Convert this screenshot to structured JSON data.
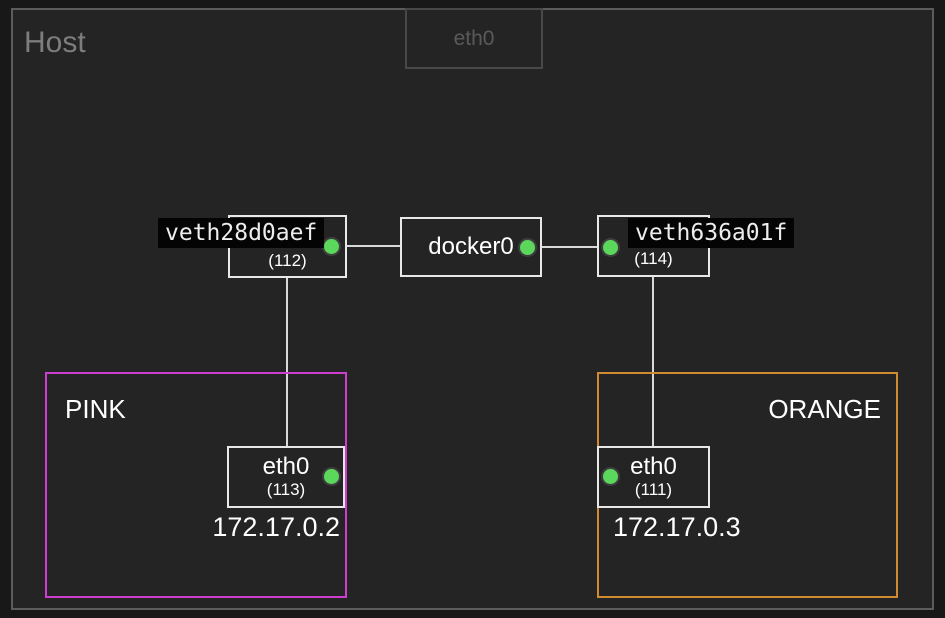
{
  "host": {
    "label": "Host",
    "external_interface": {
      "label": "eth0"
    }
  },
  "bridge": {
    "label": "docker0"
  },
  "veth_left": {
    "name": "veth28d0aef",
    "index": "(112)"
  },
  "veth_right": {
    "name": "veth636a01f",
    "index": "(114)"
  },
  "containers": {
    "pink": {
      "label": "PINK",
      "interface": "eth0",
      "index": "(113)",
      "ip": "172.17.0.2",
      "border_color": "#ce3fd0"
    },
    "orange": {
      "label": "ORANGE",
      "interface": "eth0",
      "index": "(111)",
      "ip": "172.17.0.3",
      "border_color": "#d08a30"
    }
  },
  "colors": {
    "status_dot": "#5bd75b",
    "host_border": "#5c5c5c",
    "interface_border": "#e8e8e8",
    "background": "#242424"
  }
}
